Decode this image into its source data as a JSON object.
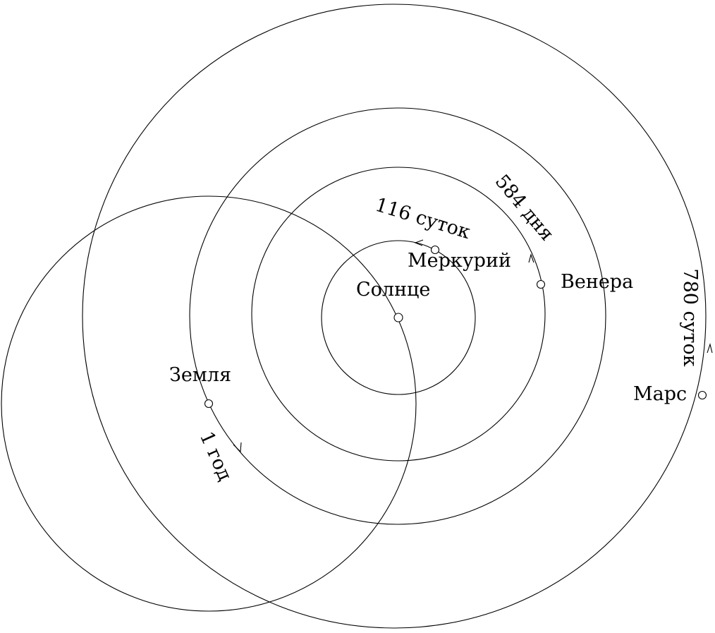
{
  "title": "Орбиты планет",
  "bodies": {
    "sun": "Солнце",
    "mercury": "Меркурий",
    "venus": "Венера",
    "earth": "Земля",
    "mars": "Марс"
  },
  "periods": {
    "mercury": "116 суток",
    "venus": "584 дня",
    "earth": "1 год",
    "mars": "780 суток"
  }
}
